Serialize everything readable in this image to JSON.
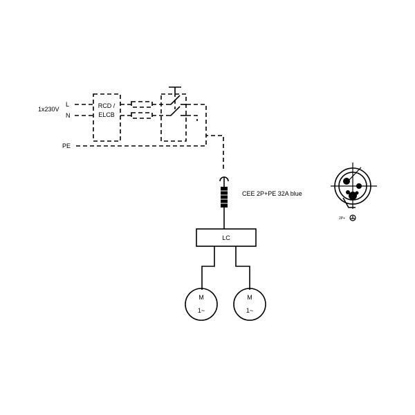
{
  "supply": {
    "voltage": "1x230V",
    "line_l": "L",
    "line_n": "N",
    "line_pe": "PE"
  },
  "rcd": {
    "line1": "RCD /",
    "line2": "ELCB"
  },
  "connector": {
    "label": "CEE 2P+PE 32A blue"
  },
  "controller": {
    "label": "LC"
  },
  "motors": [
    {
      "line1": "M",
      "line2": "1~"
    },
    {
      "line1": "M",
      "line2": "1~"
    }
  ],
  "plug_face": {
    "caption": "2P+"
  }
}
